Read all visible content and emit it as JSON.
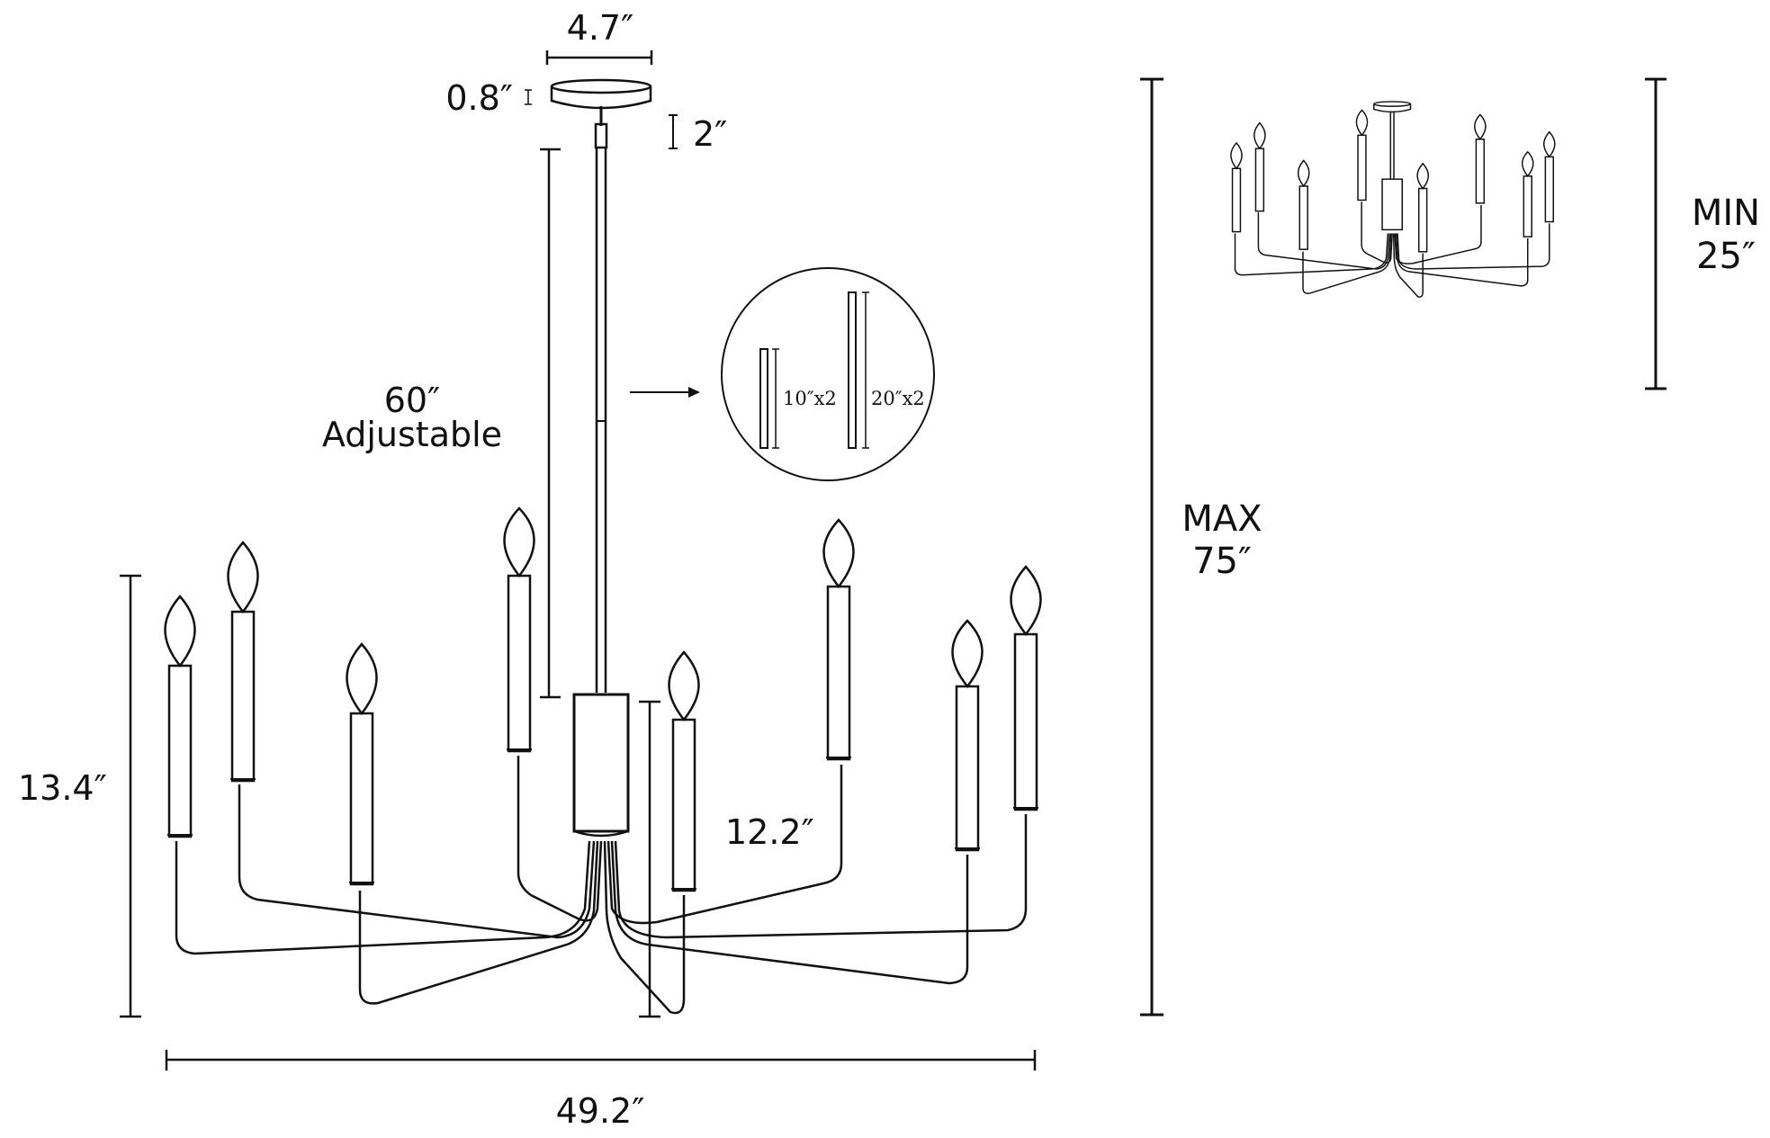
{
  "dimensions": {
    "canopy_diameter": "4.7″",
    "canopy_height": "0.8″",
    "rod_connector": "2″",
    "rod_length": "60″",
    "rod_adjustable": "Adjustable",
    "rod_10": "10″x2",
    "rod_20": "20″x2",
    "fixture_height": "13.4″",
    "body_height": "12.2″",
    "width": "49.2″",
    "max_label": "MAX",
    "max_value": "75″",
    "min_label": "MIN",
    "min_value": "25″"
  },
  "colors": {
    "line": "#111111",
    "background": "#ffffff"
  }
}
